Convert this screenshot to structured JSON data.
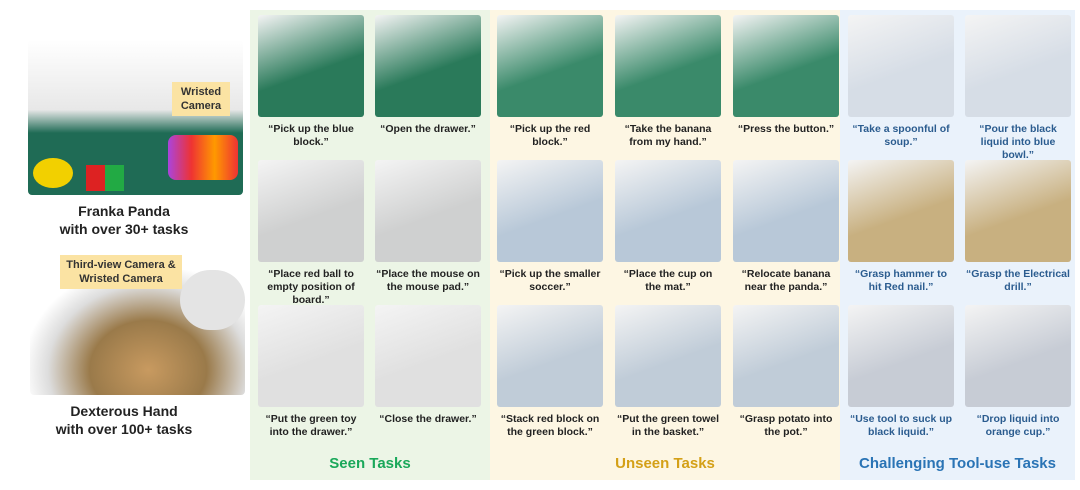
{
  "robots": [
    {
      "name": "Franka Panda",
      "subtitle": "with over 30+ tasks",
      "camera": "Wristed Camera"
    },
    {
      "name": "Dexterous Hand",
      "subtitle": "with over 100+ tasks",
      "camera": "Third-view Camera & Wristed Camera"
    }
  ],
  "groups": [
    {
      "title": "Seen Tasks",
      "color": "#1aa85a",
      "bg": "#ecf5e6",
      "tasks": [
        "“Pick up the blue block.”",
        "“Open the drawer.”",
        "“Place red ball to empty position of board.”",
        "“Place the mouse on the mouse pad.”",
        "“Put the green toy into the drawer.”",
        "“Close the drawer.”"
      ]
    },
    {
      "title": "Unseen Tasks",
      "color": "#d4a017",
      "bg": "#fdf6e3",
      "tasks": [
        "“Pick up the red block.”",
        "“Take the banana from my hand.”",
        "“Press the button.”",
        "“Pick up the smaller soccer.”",
        "“Place the cup on the mat.”",
        "“Relocate banana near the panda.”",
        "“Stack red block on the green block.”",
        "“Put the green towel in the basket.”",
        "“Grasp potato into the pot.”"
      ]
    },
    {
      "title": "Challenging Tool-use Tasks",
      "color": "#2a74b5",
      "bg": "#eaf2fb",
      "tasks": [
        "“Take a spoonful of soup.”",
        "“Pour the black liquid into blue bowl.”",
        "“Grasp hammer to hit Red nail.”",
        "“Grasp the Electrical drill.”",
        "“Use tool to suck up black liquid.”",
        "“Drop liquid into orange cup.”"
      ]
    }
  ]
}
